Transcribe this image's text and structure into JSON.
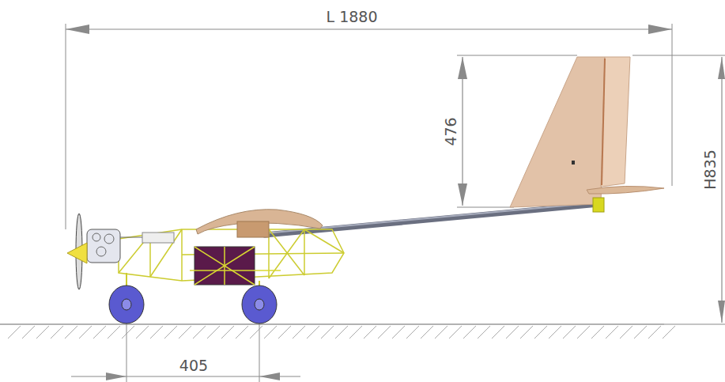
{
  "diagram": {
    "labels": [
      "L 1880",
      "476",
      "H835",
      "405"
    ]
  }
}
